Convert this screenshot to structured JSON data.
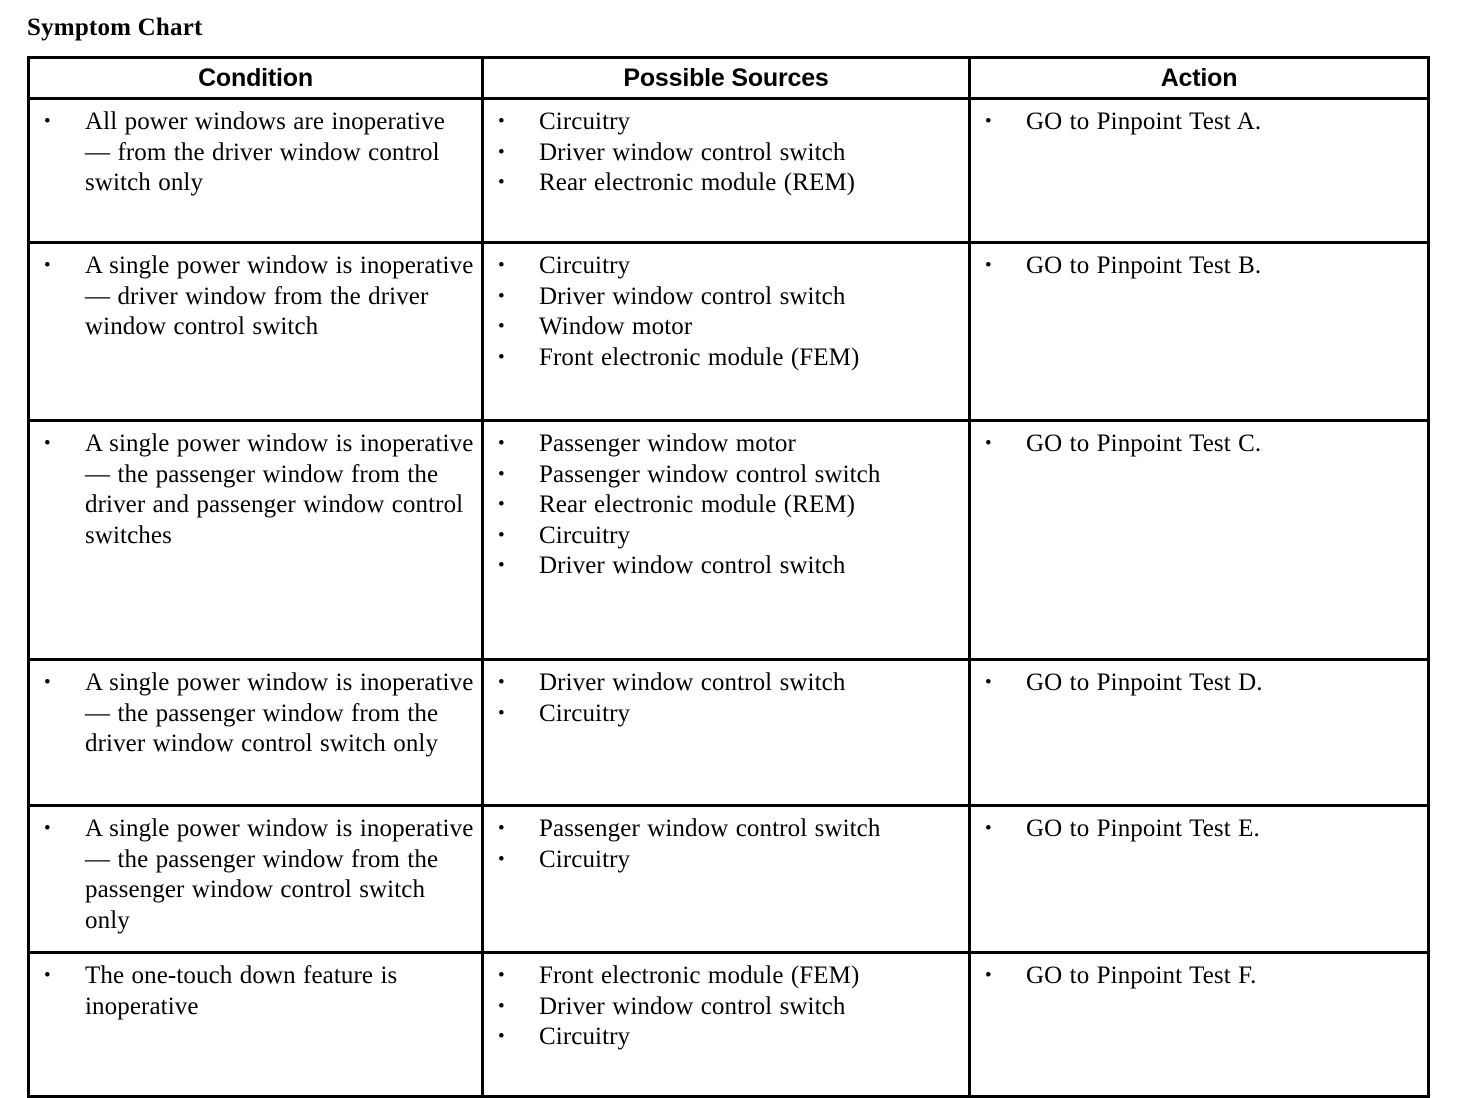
{
  "document": {
    "title": "Symptom Chart"
  },
  "table": {
    "headers": {
      "condition": "Condition",
      "sources": "Possible Sources",
      "action": "Action"
    },
    "bullet_glyph": "•",
    "rows": [
      {
        "condition": [
          "All power windows are inoperative — from the driver window control switch only"
        ],
        "sources": [
          "Circuitry",
          "Driver window control switch",
          "Rear electronic module (REM)"
        ],
        "action": [
          "GO to Pinpoint Test A."
        ]
      },
      {
        "condition": [
          "A single power window is inoperative — driver window from the driver window control switch"
        ],
        "sources": [
          "Circuitry",
          "Driver window control switch",
          "Window motor",
          "Front electronic module (FEM)"
        ],
        "action": [
          "GO to Pinpoint Test B."
        ]
      },
      {
        "condition": [
          "A single power window is inoperative — the passenger window from the driver and passenger window control switches"
        ],
        "sources": [
          "Passenger window motor",
          "Passenger window control switch",
          "Rear electronic module (REM)",
          "Circuitry",
          "Driver window control switch"
        ],
        "action": [
          "GO to Pinpoint Test C."
        ]
      },
      {
        "condition": [
          "A single power window is inoperative — the passenger window from the driver window control switch only"
        ],
        "sources": [
          "Driver window control switch",
          "Circuitry"
        ],
        "action": [
          "GO to Pinpoint Test D."
        ]
      },
      {
        "condition": [
          "A single power window is inoperative — the passenger window from the passenger window control switch only"
        ],
        "sources": [
          "Passenger window control switch",
          "Circuitry"
        ],
        "action": [
          "GO to Pinpoint Test E."
        ]
      },
      {
        "condition": [
          "The one-touch down feature is inoperative"
        ],
        "sources": [
          "Front electronic module (FEM)",
          "Driver window control switch",
          "Circuitry"
        ],
        "action": [
          "GO to Pinpoint Test F."
        ]
      }
    ]
  }
}
